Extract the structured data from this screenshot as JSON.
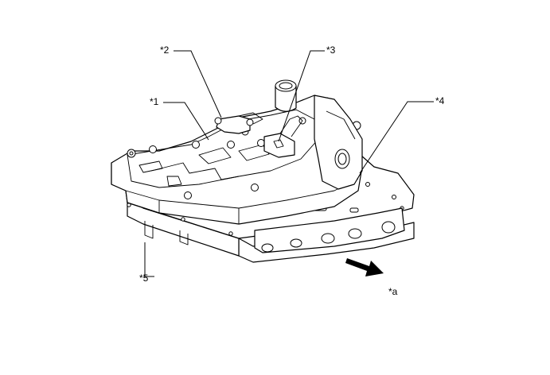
{
  "callouts": {
    "c1": "*1",
    "c2": "*2",
    "c3": "*3",
    "c4": "*4",
    "c5": "*5",
    "ca": "*a"
  },
  "colors": {
    "line": "#000000",
    "background": "#ffffff"
  },
  "icons": {
    "direction_arrow": "arrow-right-down-icon"
  }
}
